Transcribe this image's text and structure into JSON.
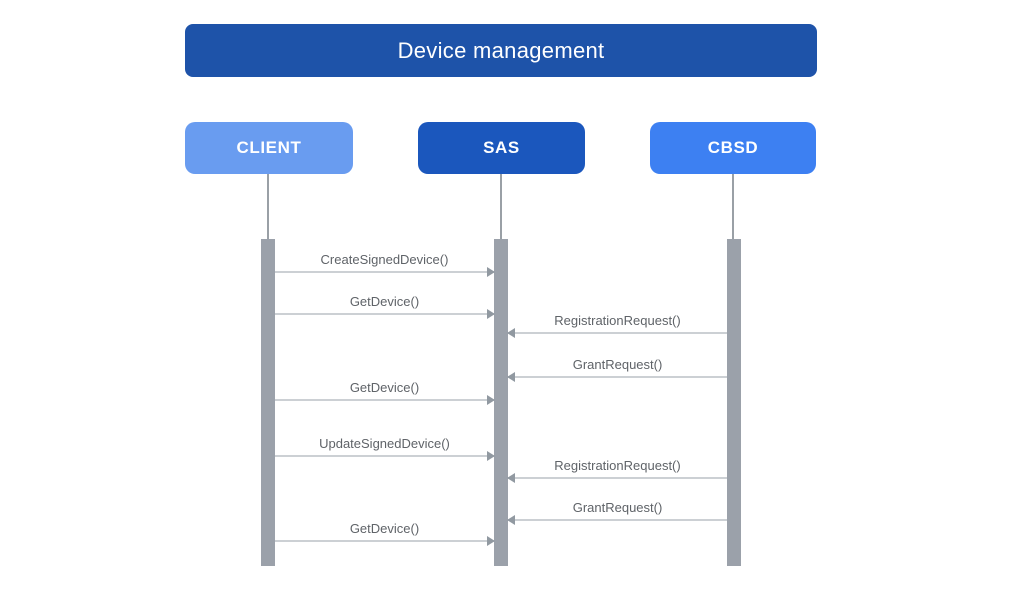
{
  "title": "Device management",
  "actors": [
    {
      "id": "client",
      "label": "CLIENT",
      "color": "#699cf0"
    },
    {
      "id": "sas",
      "label": "SAS",
      "color": "#1b57bd"
    },
    {
      "id": "cbsd",
      "label": "CBSD",
      "color": "#3d80f2"
    }
  ],
  "messages": [
    {
      "label": "CreateSignedDevice()",
      "from": "CLIENT",
      "to": "SAS"
    },
    {
      "label": "GetDevice()",
      "from": "CLIENT",
      "to": "SAS"
    },
    {
      "label": "RegistrationRequest()",
      "from": "CBSD",
      "to": "SAS"
    },
    {
      "label": "GrantRequest()",
      "from": "CBSD",
      "to": "SAS"
    },
    {
      "label": "GetDevice()",
      "from": "CLIENT",
      "to": "SAS"
    },
    {
      "label": "UpdateSignedDevice()",
      "from": "CLIENT",
      "to": "SAS"
    },
    {
      "label": "RegistrationRequest()",
      "from": "CBSD",
      "to": "SAS"
    },
    {
      "label": "GrantRequest()",
      "from": "CBSD",
      "to": "SAS"
    },
    {
      "label": "GetDevice()",
      "from": "CLIENT",
      "to": "SAS"
    }
  ],
  "colors": {
    "title_background": "#1e53a9",
    "client_background": "#699cf0",
    "sas_background": "#1b57bd",
    "cbsd_background": "#3d80f2",
    "activation_bar": "#9ba1aa",
    "lifeline": "#9aa0a6",
    "arrow_line": "#ccd0d4",
    "arrow_head": "#9199a1",
    "message_text": "#5f6368",
    "actor_text": "#ffffff"
  }
}
